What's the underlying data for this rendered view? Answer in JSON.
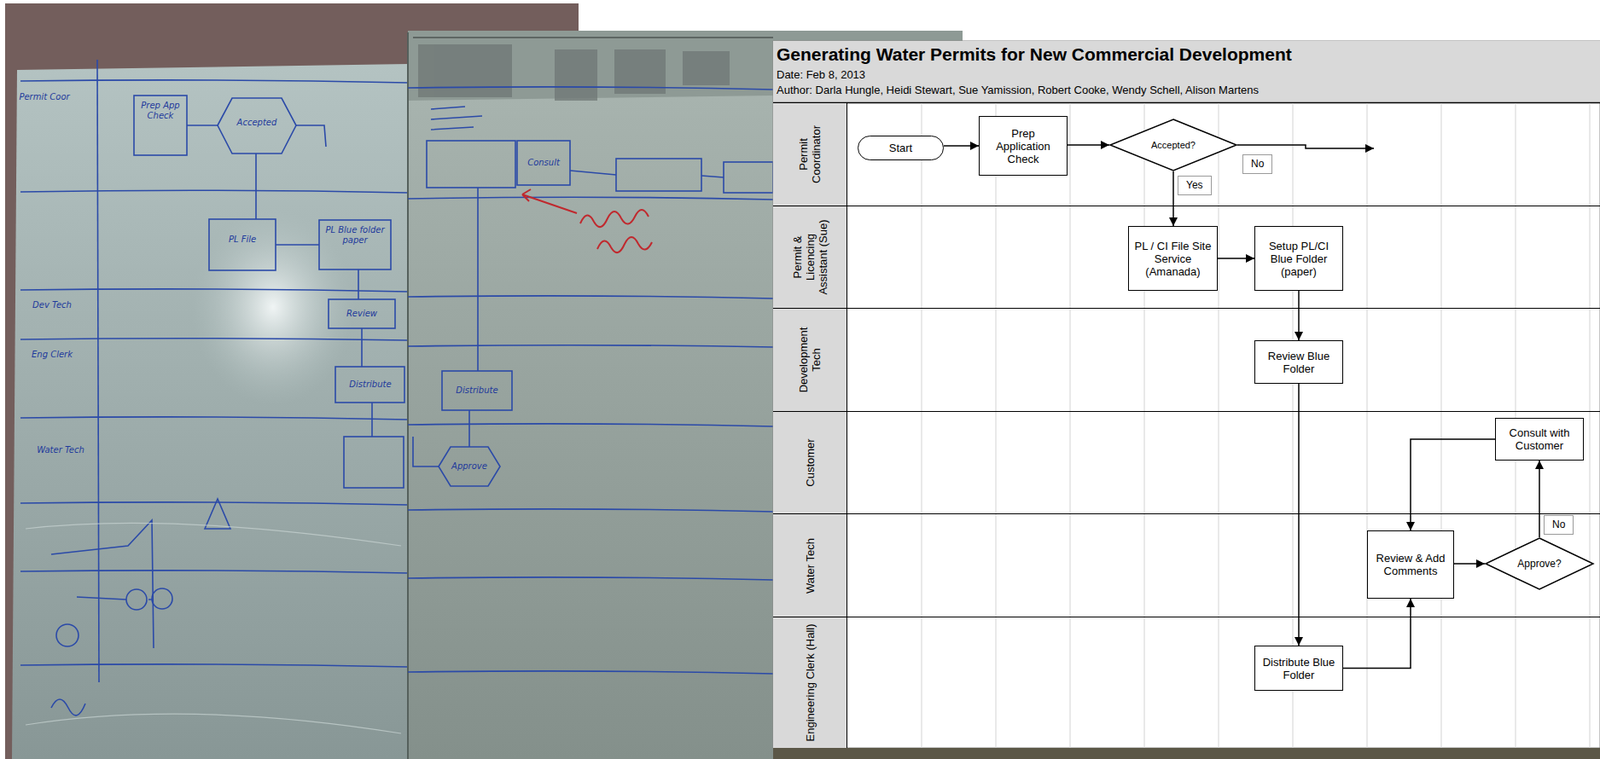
{
  "diagram": {
    "title": "Generating Water Permits for New Commercial Development",
    "nodes": [
      {
        "text": [
          "Permit Coordinator"
        ]
      },
      {
        "text": [
          "Start"
        ],
        "in": 0
      },
      {
        "text": [
          "Prep Application Check"
        ],
        "in": 0
      },
      {
        "text": [
          "Accepted?"
        ],
        "in": 0
      },
      {
        "text": [
          "Permit & Licencing Assistant (Sue)"
        ]
      },
      {
        "text": [
          "PL / CI File Site Service (Amanada)"
        ],
        "in": 4
      },
      {
        "text": [
          "Setup PL/CI Blue Folder (paper)"
        ],
        "in": 4
      },
      {
        "text": [
          "Development Tech"
        ]
      },
      {
        "text": [
          "Review Blue Folder"
        ],
        "in": 7
      },
      {
        "text": [
          "Customer"
        ]
      },
      {
        "text": [
          "Consult with Customer"
        ],
        "in": 9
      },
      {
        "text": [
          "Water Tech"
        ]
      },
      {
        "text": [
          "Review & Add Comments"
        ],
        "in": 11
      },
      {
        "text": [
          "Approve?"
        ],
        "in": 11
      },
      {
        "text": [
          "Engineering Clerk (Hall)"
        ]
      },
      {
        "text": [
          "Distribute Blue Folder"
        ],
        "in": 14
      }
    ],
    "edges": [
      {
        "from": 1,
        "to": 2,
        "arrow": "to"
      },
      {
        "from": 2,
        "to": 3,
        "arrow": "to"
      },
      {
        "from": 3,
        "to": 5,
        "label": "Yes",
        "arrow": "to"
      },
      {
        "from": 5,
        "to": 6,
        "arrow": "to"
      },
      {
        "from": 6,
        "to": 8,
        "arrow": "to"
      },
      {
        "from": 8,
        "to": 15,
        "arrow": "to"
      },
      {
        "from": 15,
        "to": 12,
        "arrow": "to"
      },
      {
        "from": 12,
        "to": 13,
        "arrow": "to"
      },
      {
        "from": 13,
        "to": 10,
        "label": "No",
        "arrow": "to"
      },
      {
        "from": 10,
        "to": 12,
        "arrow": "to"
      }
    ],
    "labels": [
      "Date: Feb 8, 2013",
      "Author: Darla Hungle, Heidi Stewart, Sue Yamission, Robert Cooke, Wendy Schell, Alison Martens",
      "No",
      "Permit Coor",
      "Dev Tech",
      "Eng Clerk",
      "Water Tech",
      "Prep App Check",
      "Accepted",
      "PL File",
      "PL Blue folder paper",
      "Review",
      "Distribute",
      "Distribute",
      "Consult",
      "Approve"
    ]
  }
}
